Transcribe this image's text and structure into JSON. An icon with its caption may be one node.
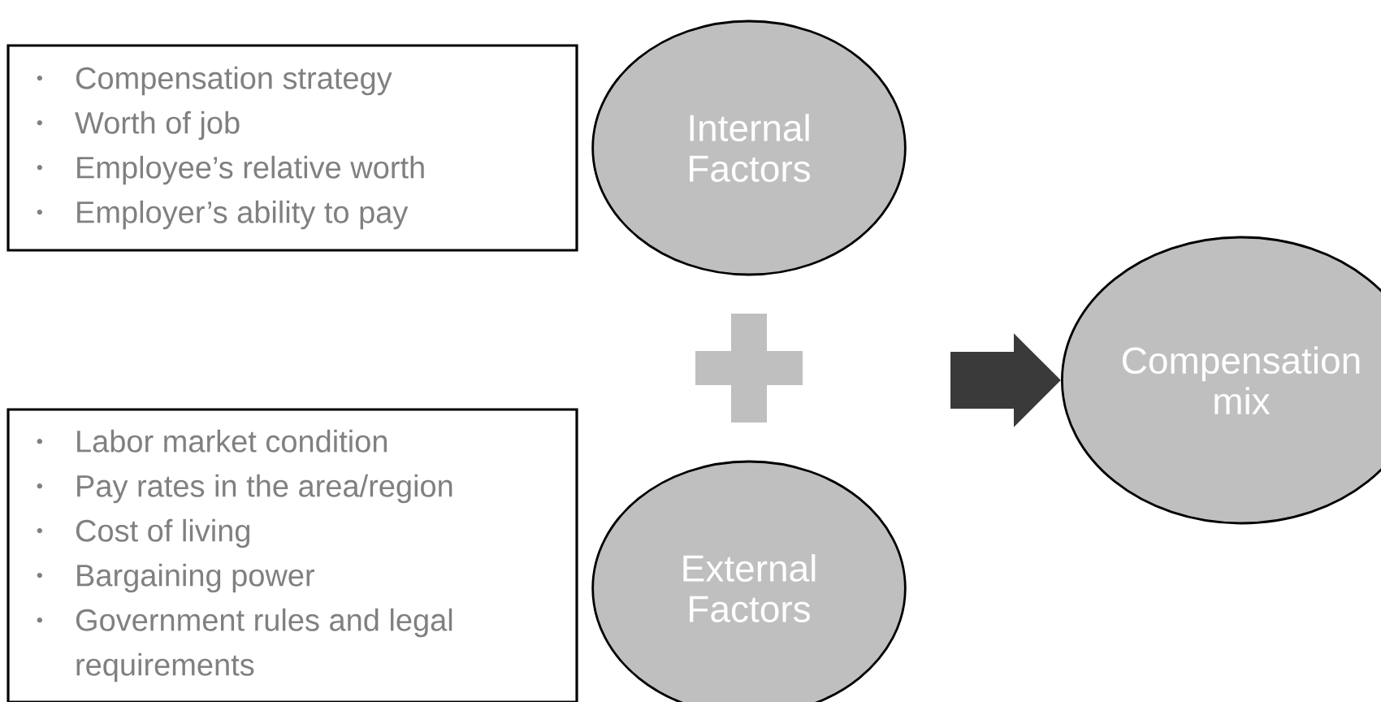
{
  "diagram": {
    "nodes": [
      {
        "text": [
          "Compensation strategy",
          "Worth of job",
          "Employee’s relative worth",
          "Employer’s ability to pay"
        ]
      },
      {
        "text": [
          "Internal Factors"
        ]
      },
      {
        "text": [
          "Labor market condition",
          "Pay rates in the area/region",
          "Cost of living",
          "Bargaining power",
          "Government rules and legal requirements"
        ]
      },
      {
        "text": [
          "External Factors"
        ]
      },
      {
        "text": [
          "Compensation mix"
        ]
      }
    ],
    "edges": [
      {
        "from": null,
        "to": 4,
        "arrow": "to",
        "color": "#3a3a3a"
      }
    ]
  }
}
